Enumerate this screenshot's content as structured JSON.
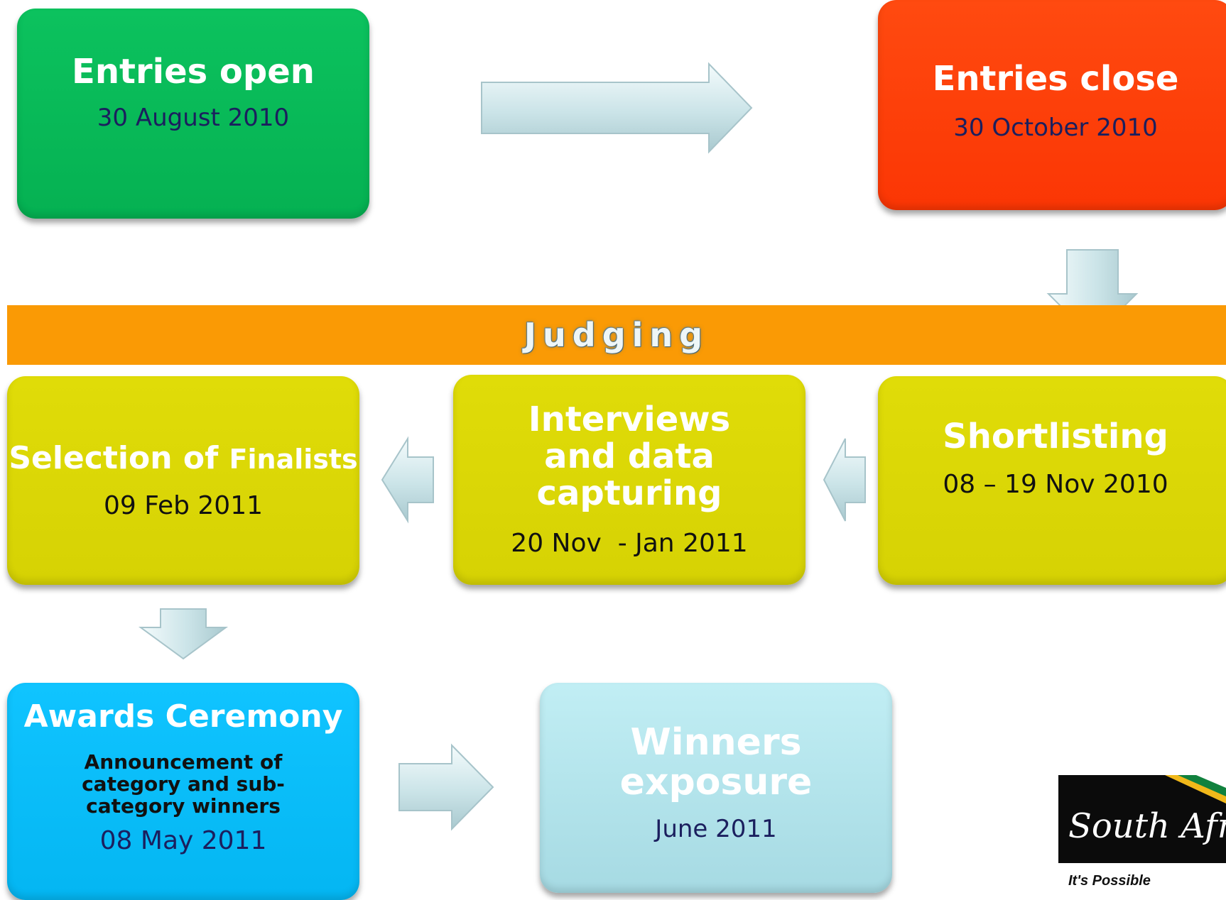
{
  "band": {
    "label": "Judging"
  },
  "boxes": {
    "entries_open": {
      "title": "Entries open",
      "date": "30 August 2010"
    },
    "entries_close": {
      "title": "Entries close",
      "date": "30 October 2010"
    },
    "shortlisting": {
      "title": "Shortlisting",
      "date": "08 – 19 Nov 2010"
    },
    "interviews": {
      "title": "Interviews and data capturing",
      "date": "20 Nov  - Jan 2011"
    },
    "selection": {
      "title_main": "Selection of",
      "title_small": "Finalists",
      "date": "09 Feb 2011"
    },
    "awards": {
      "title": "Awards Ceremony",
      "subtitle": "Announcement of category and sub-category winners",
      "date": "08 May 2011"
    },
    "winners": {
      "title": "Winners exposure",
      "date": "June 2011"
    }
  },
  "logo": {
    "script_text": "South Africa",
    "tagline": "It's Possible"
  },
  "colors": {
    "green": "#08bc58",
    "red": "#ff3a07",
    "yellow": "#dbd706",
    "blue": "#07bcf8",
    "light_blue": "#b6e6ee",
    "orange_band": "#fa9a05",
    "arrow_fill": "#cfe7ea",
    "date_text": "#1b1f5e"
  },
  "icons": [
    "arrow-right-icon",
    "arrow-down-icon",
    "arrow-left-icon",
    "south-africa-logo"
  ]
}
